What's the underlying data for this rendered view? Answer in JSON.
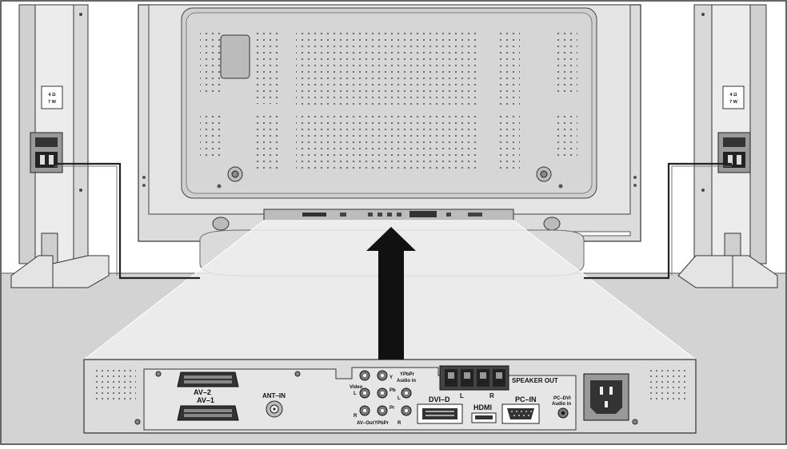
{
  "speaker_left": {
    "rating_line1": "4 Ω",
    "rating_line2": "7 W"
  },
  "speaker_right": {
    "rating_line1": "4 Ω",
    "rating_line2": "7 W"
  },
  "panel": {
    "av2": "AV–2",
    "av1": "AV–1",
    "ant_in": "ANT–IN",
    "video": "Video",
    "l": "L",
    "r": "R",
    "y": "Y",
    "pb": "Pb",
    "pr": "Pr",
    "av_out": "AV–Out",
    "ypbpr": "YPbPr",
    "ypbpr_audio_line1": "YPbPr",
    "ypbpr_audio_line2": "Audio in",
    "audio_l": "L",
    "audio_r": "R",
    "dvi_d": "DVI–D",
    "hdmi": "HDMI",
    "pc_in": "PC–IN",
    "pc_dvi_line1": "PC–DVI",
    "pc_dvi_line2": "Audio in",
    "speaker_out": "SPEAKER OUT",
    "spk_l": "L",
    "spk_r": "R"
  }
}
